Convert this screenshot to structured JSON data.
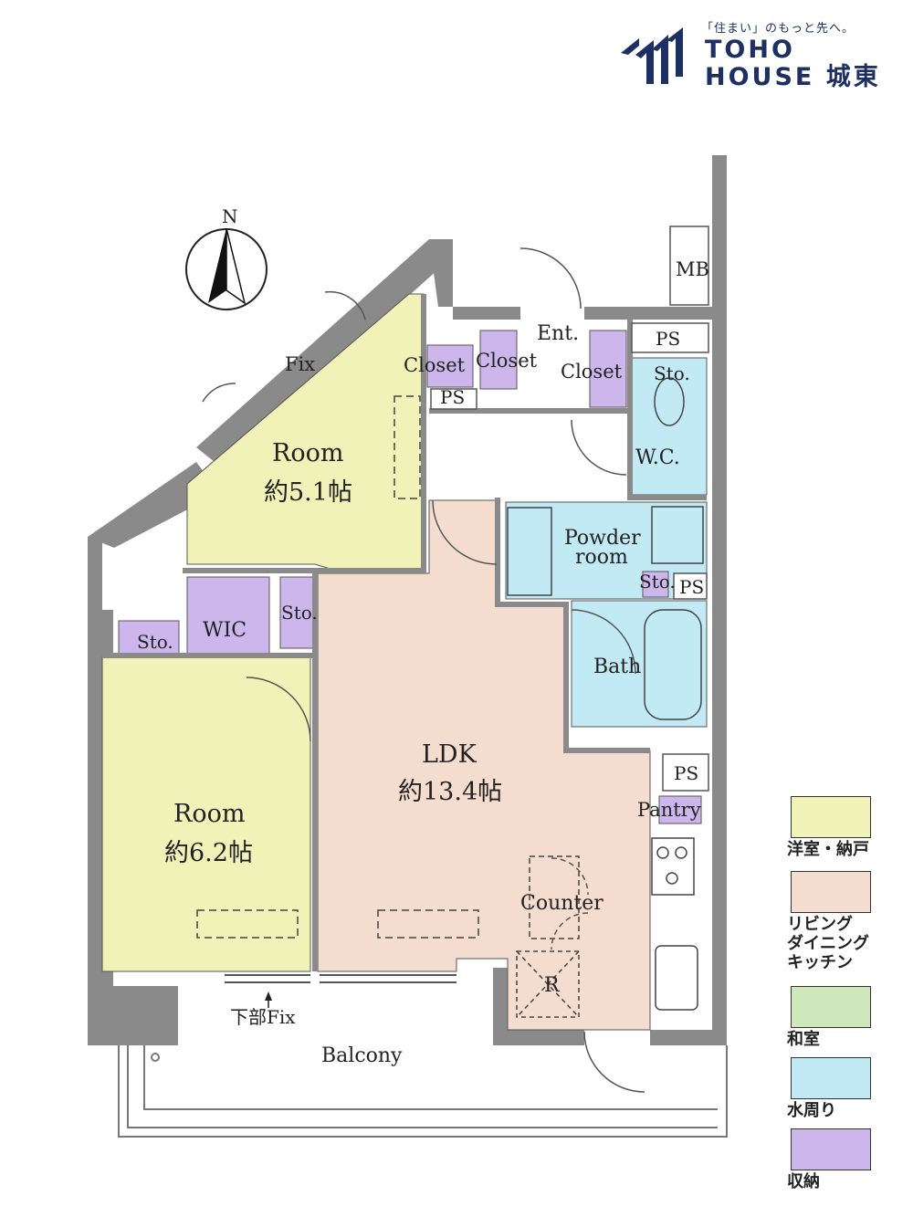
{
  "brand": {
    "tagline": "「住まい」のもっと先へ。",
    "name_line1": "TOHO",
    "name_line2": "HOUSE 城東",
    "color": "#1d2f63"
  },
  "compass": {
    "label": "N"
  },
  "rooms": {
    "room_north": {
      "name": "Room",
      "size": "約5.1帖"
    },
    "room_south": {
      "name": "Room",
      "size": "約6.2帖"
    },
    "ldk": {
      "name": "LDK",
      "size": "約13.4帖"
    },
    "powder": {
      "name_line1": "Powder",
      "name_line2": "room"
    },
    "bath": "Bath",
    "wc": "W.C.",
    "entrance": "Ent.",
    "balcony": "Balcony",
    "counter": "Counter",
    "refrigerator": "R",
    "pantry": "Pantry",
    "wic": "WIC",
    "mb": "MB"
  },
  "labels": {
    "fix": "Fix",
    "lower_fix": "下部Fix",
    "closet": "Closet",
    "sto": "Sto.",
    "ps": "PS"
  },
  "colors": {
    "western_room": "#f0f2b8",
    "living": "#f4dccf",
    "japanese_room": "#cfe8bb",
    "wet_area": "#c2eaf5",
    "storage": "#cdb6ec",
    "wall": "#8a8a8a"
  },
  "legend": [
    {
      "label": "洋室・納戸",
      "color": "#f0f2b8"
    },
    {
      "label": "リビング\nダイニング\nキッチン",
      "color": "#f4dccf"
    },
    {
      "label": "和室",
      "color": "#cfe8bb"
    },
    {
      "label": "水周り",
      "color": "#c2eaf5"
    },
    {
      "label": "収納",
      "color": "#cdb6ec"
    }
  ]
}
